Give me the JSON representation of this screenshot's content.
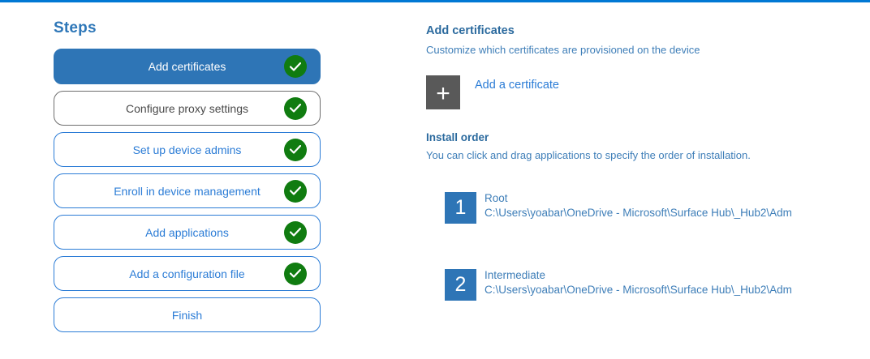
{
  "colors": {
    "top_bar": "#0078d4",
    "accent_blue": "#2e75b6",
    "link_blue": "#2b7cd6",
    "heading_blue": "#2b6a9e",
    "body_blue": "#3e7eb8",
    "completed_green": "#107C10",
    "add_button_gray": "#595959"
  },
  "steps_panel": {
    "title": "Steps",
    "items": [
      {
        "label": "Add certificates",
        "state": "active",
        "completed": true
      },
      {
        "label": "Configure proxy settings",
        "state": "visited",
        "completed": true
      },
      {
        "label": "Set up device admins",
        "state": "normal",
        "completed": true
      },
      {
        "label": "Enroll in device management",
        "state": "normal",
        "completed": true
      },
      {
        "label": "Add applications",
        "state": "normal",
        "completed": true
      },
      {
        "label": "Add a configuration file",
        "state": "normal",
        "completed": true
      },
      {
        "label": "Finish",
        "state": "normal",
        "completed": false
      }
    ]
  },
  "content": {
    "title": "Add certificates",
    "subtitle": "Customize which certificates are provisioned on the device",
    "add_button": {
      "label": "Add a certificate",
      "icon": "plus-icon"
    },
    "install_order": {
      "title": "Install order",
      "description": "You can click and drag applications to specify the order of installation.",
      "items": [
        {
          "number": "1",
          "name": "Root",
          "path": "C:\\Users\\yoabar\\OneDrive - Microsoft\\Surface Hub\\_Hub2\\Adm"
        },
        {
          "number": "2",
          "name": "Intermediate",
          "path": "C:\\Users\\yoabar\\OneDrive - Microsoft\\Surface Hub\\_Hub2\\Adm"
        }
      ]
    }
  }
}
